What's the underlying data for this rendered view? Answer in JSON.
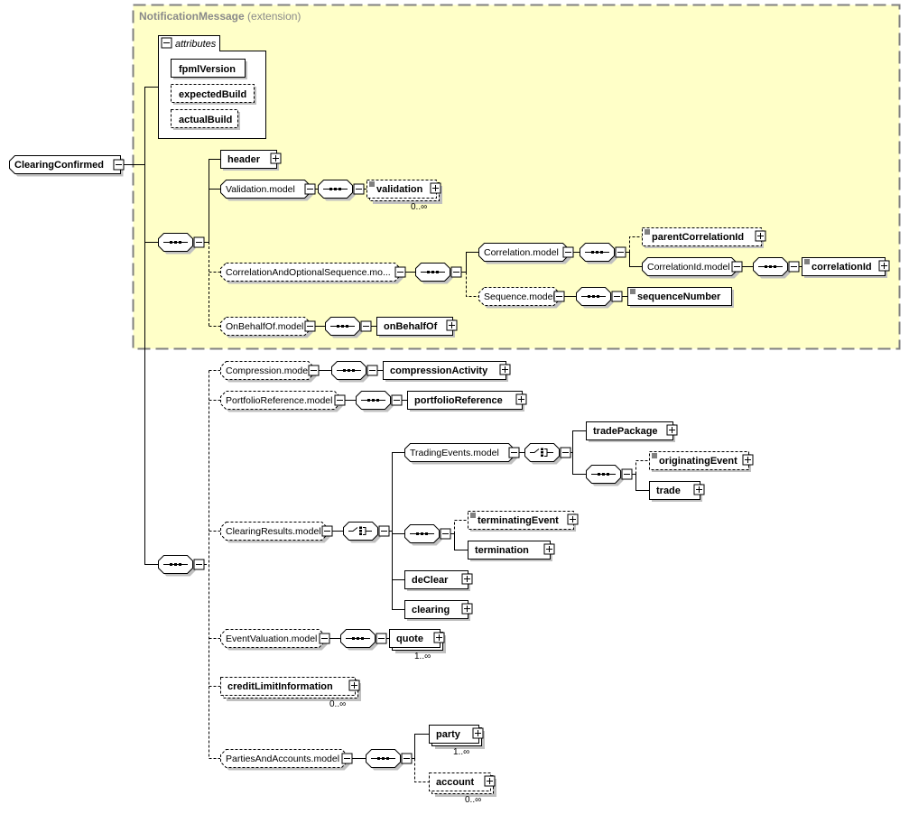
{
  "diagram": {
    "root": {
      "label": "ClearingConfirmed"
    },
    "extension": {
      "base": "NotificationMessage",
      "kind": "(extension)"
    },
    "attributes": {
      "title": "attributes",
      "items": [
        {
          "label": "fpmlVersion",
          "optional": false
        },
        {
          "label": "expectedBuild",
          "optional": true
        },
        {
          "label": "actualBuild",
          "optional": true
        }
      ]
    },
    "elements": {
      "header": {
        "label": "header"
      },
      "validation_model": {
        "label": "Validation.model"
      },
      "validation": {
        "label": "validation",
        "occurs": "0..∞"
      },
      "correlation_seq_model": {
        "label": "CorrelationAndOptionalSequence.mo..."
      },
      "correlation_model": {
        "label": "Correlation.model"
      },
      "parent_correlation_id": {
        "label": "parentCorrelationId"
      },
      "correlation_id_model": {
        "label": "CorrelationId.model"
      },
      "correlation_id": {
        "label": "correlationId"
      },
      "sequence_model": {
        "label": "Sequence.model"
      },
      "sequence_number": {
        "label": "sequenceNumber"
      },
      "on_behalf_of_model": {
        "label": "OnBehalfOf.model"
      },
      "on_behalf_of": {
        "label": "onBehalfOf"
      },
      "compression_model": {
        "label": "Compression.model"
      },
      "compression_activity": {
        "label": "compressionActivity"
      },
      "portfolio_reference_model": {
        "label": "PortfolioReference.model"
      },
      "portfolio_reference": {
        "label": "portfolioReference"
      },
      "clearing_results_model": {
        "label": "ClearingResults.model"
      },
      "trading_events_model": {
        "label": "TradingEvents.model"
      },
      "trade_package": {
        "label": "tradePackage"
      },
      "originating_event": {
        "label": "originatingEvent"
      },
      "trade": {
        "label": "trade"
      },
      "terminating_event": {
        "label": "terminatingEvent"
      },
      "termination": {
        "label": "termination"
      },
      "de_clear": {
        "label": "deClear"
      },
      "clearing": {
        "label": "clearing"
      },
      "event_valuation_model": {
        "label": "EventValuation.model"
      },
      "quote": {
        "label": "quote",
        "occurs": "1..∞"
      },
      "credit_limit_information": {
        "label": "creditLimitInformation",
        "occurs": "0..∞"
      },
      "parties_accounts_model": {
        "label": "PartiesAndAccounts.model"
      },
      "party": {
        "label": "party",
        "occurs": "1..∞"
      },
      "account": {
        "label": "account",
        "occurs": "0..∞"
      }
    },
    "colors": {
      "extension_fill": "#ffffc8",
      "extension_border": "#808080",
      "shadow": "#c0c0c0",
      "stroke": "#000000"
    }
  }
}
